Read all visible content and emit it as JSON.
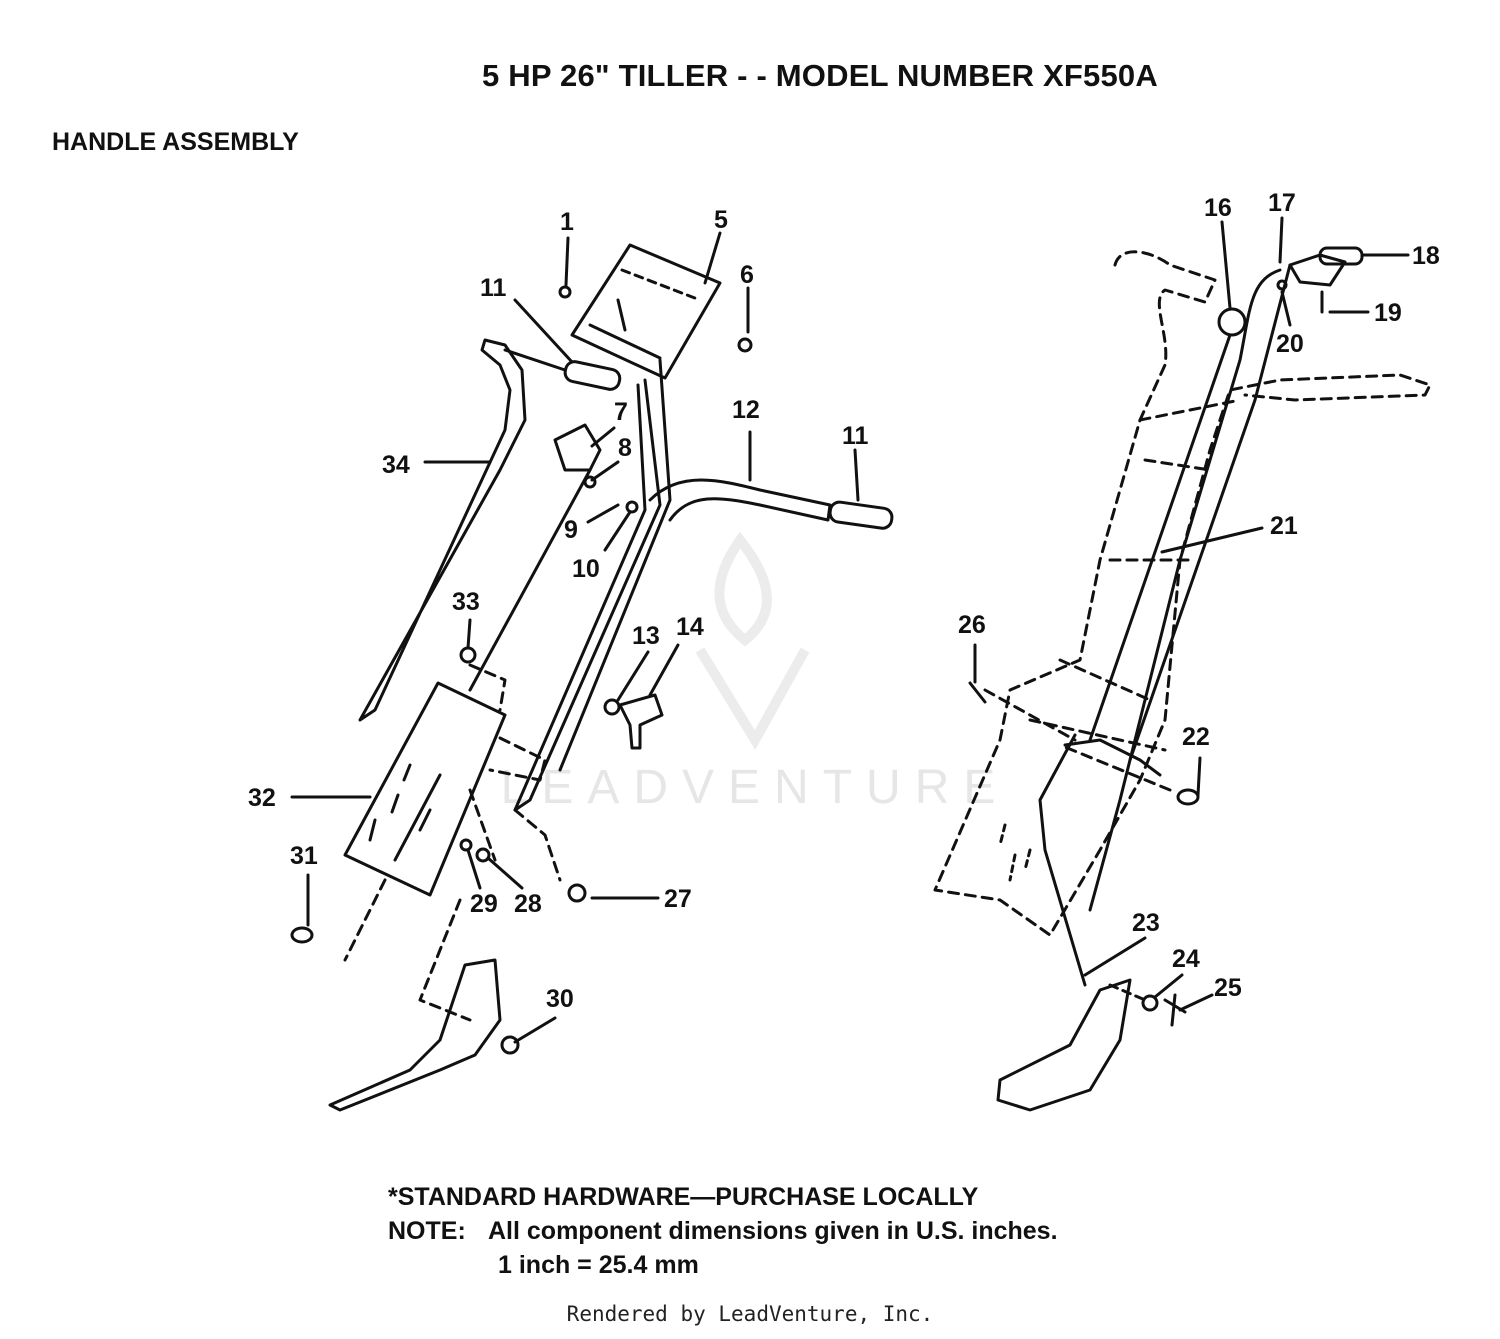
{
  "page": {
    "title": "5 HP  26\" TILLER - - MODEL NUMBER XF550A",
    "section": "HANDLE ASSEMBLY",
    "watermark": "LEADVENTURE",
    "notes": {
      "hardware": "*STANDARD HARDWARE—PURCHASE LOCALLY",
      "note_label": "NOTE:",
      "note_text": "All component dimensions given in U.S. inches.",
      "conversion": "1 inch = 25.4 mm"
    },
    "footer": "Rendered by LeadVenture, Inc."
  },
  "callouts": {
    "c1": "1",
    "c5": "5",
    "c6": "6",
    "c7": "7",
    "c8": "8",
    "c9": "9",
    "c10": "10",
    "c11a": "11",
    "c11b": "11",
    "c12": "12",
    "c13": "13",
    "c14": "14",
    "c16": "16",
    "c17": "17",
    "c18": "18",
    "c19": "19",
    "c20": "20",
    "c21": "21",
    "c22": "22",
    "c23": "23",
    "c24": "24",
    "c25": "25",
    "c26": "26",
    "c27": "27",
    "c28": "28",
    "c29": "29",
    "c30": "30",
    "c31": "31",
    "c32": "32",
    "c33": "33",
    "c34": "34"
  },
  "colors": {
    "ink": "#111111",
    "watermark": "#e6e6e6"
  }
}
